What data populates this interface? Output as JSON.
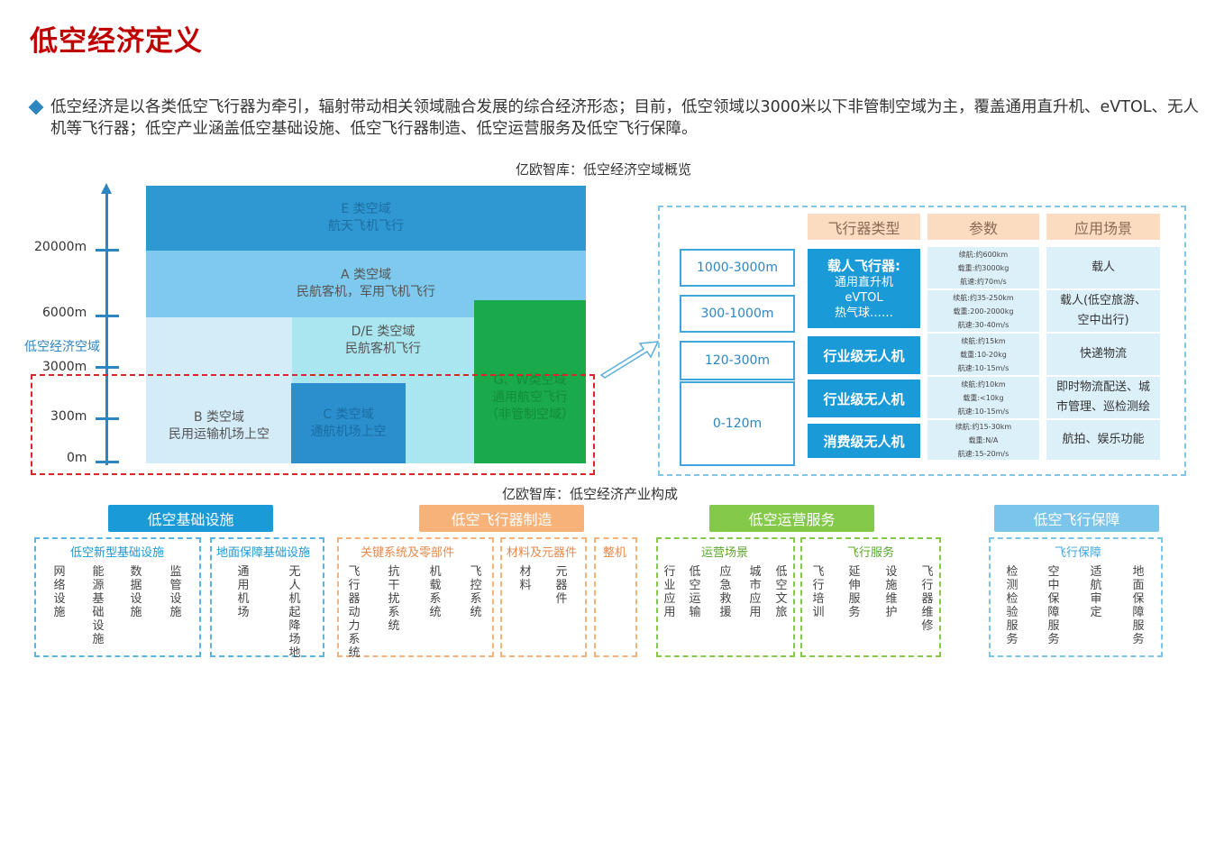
{
  "page": {
    "title": "低空经济定义"
  },
  "intro": {
    "text": "低空经济是以各类低空飞行器为牵引，辐射带动相关领域融合发展的综合经济形态；目前，低空领域以3000米以下非管制空域为主，覆盖通用直升机、eVTOL、无人机等飞行器；低空产业涵盖低空基础设施、低空飞行器制造、低空运营服务及低空飞行保障。"
  },
  "airspace_figure": {
    "title": "亿欧智库：低空经济空域概览",
    "axis_labels": [
      "20000m",
      "6000m",
      "3000m",
      "300m",
      "0m"
    ],
    "axis_note": "低空经济空域",
    "zones": {
      "e_line1": "E 类空域",
      "e_line2": "航天飞机飞行",
      "a_line1": "A 类空域",
      "a_line2": "民航客机，军用飞机飞行",
      "de_line1": "D/E 类空域",
      "de_line2": "民航客机飞行",
      "g_line1": "G、W类空域",
      "g_line2": "通用航空飞行",
      "g_line3": "（非管制空域）",
      "b_line1": "B 类空域",
      "b_line2": "民用运输机场上空",
      "c_line1": "C 类空域",
      "c_line2": "通航机场上空"
    },
    "highlight_color": "#d9262b"
  },
  "aircraft_panel": {
    "headers": {
      "type": "飞行器类型",
      "param": "参数",
      "scene": "应用场景"
    },
    "altitudes": [
      "1000-3000m",
      "300-1000m",
      "120-300m",
      "0-120m"
    ],
    "types": {
      "manned_title": "载人飞行器:",
      "manned_l2": "通用直升机",
      "manned_l3": "eVTOL",
      "manned_l4": "热气球……",
      "industry1": "行业级无人机",
      "industry2": "行业级无人机",
      "consumer": "消费级无人机"
    },
    "params": [
      [
        "续航:约600km",
        "载重:约3000kg",
        "航速:约70m/s"
      ],
      [
        "续航:约35-250km",
        "载重:200-2000kg",
        "航速:30-40m/s"
      ],
      [
        "续航:约15km",
        "载重:10-20kg",
        "航速:10-15m/s"
      ],
      [
        "续航:约10km",
        "载重:<10kg",
        "航速:10-15m/s"
      ],
      [
        "续航:约15-30km",
        "载重:N/A",
        "航速:15-20m/s"
      ]
    ],
    "scenes": {
      "s1": "载人",
      "s2a": "载人(低空旅游、",
      "s2b": "空中出行)",
      "s3": "快递物流",
      "s4a": "即时物流配送、城",
      "s4b": "市管理、巡检测绘",
      "s5": "航拍、娱乐功能"
    }
  },
  "industry_figure": {
    "title": "亿欧智库：低空经济产业构成",
    "categories": {
      "infra": "低空基础设施",
      "manufacture": "低空飞行器制造",
      "operation": "低空运营服务",
      "support": "低空飞行保障"
    },
    "groups": {
      "g1_title": "低空新型基础设施",
      "g1_items": [
        "网络设施",
        "能源基础设施",
        "数据设施",
        "监管设施"
      ],
      "g2_title": "地面保障基础设施",
      "g2_items": [
        "通用机场",
        "无人机起降场地"
      ],
      "g3_title": "关键系统及零部件",
      "g3_items": [
        "飞行器动力系统",
        "抗干扰系统",
        "机载系统",
        "飞控系统"
      ],
      "g4_title": "材料及元器件",
      "g4_items": [
        "材料",
        "元器件"
      ],
      "g5_title": "整机",
      "g6_title": "运营场景",
      "g6_items": [
        "行业应用",
        "低空运输",
        "应急救援",
        "城市应用",
        "低空文旅"
      ],
      "g7_title": "飞行服务",
      "g7_items": [
        "飞行培训",
        "延伸服务",
        "设施维护",
        "飞行器维修"
      ],
      "g8_title": "飞行保障",
      "g8_items": [
        "检测检验服务",
        "空中保障服务",
        "适航审定",
        "地面保障服务"
      ]
    },
    "colors": {
      "infra": "#1a9ad6",
      "manufacture": "#f7b27a",
      "operation": "#84c94a",
      "support": "#7cc5ea"
    }
  }
}
